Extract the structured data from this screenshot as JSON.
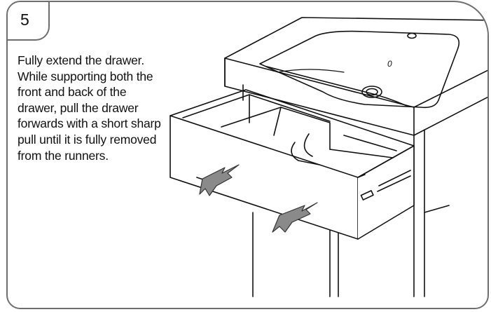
{
  "step": {
    "number": "5"
  },
  "instructions": {
    "line_1": "Fully extend the drawer.",
    "line_2": "While supporting both the front and back of the drawer, pull the drawer forwards with a short sharp pull until it is fully removed from the runners."
  },
  "illustration": {
    "basin_mark": "0",
    "arrow_color": "#8a8a8a",
    "line_color": "#111111"
  }
}
